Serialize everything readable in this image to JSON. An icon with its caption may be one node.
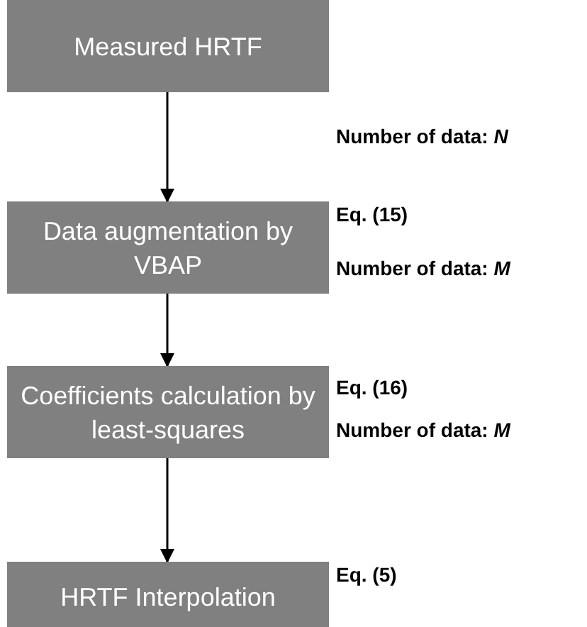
{
  "diagram": {
    "nodes": [
      {
        "text": [
          "Measured HRTF"
        ],
        "beside": [
          "Number of data: *N*"
        ]
      },
      {
        "text": [
          "Data augmentation by VBAP"
        ],
        "beside": [
          "Eq. (15)",
          "Number of data: *M*"
        ]
      },
      {
        "text": [
          "Coefficients calculation by least-squares"
        ],
        "beside": [
          "Eq. (16)",
          "Number of data: *M*"
        ]
      },
      {
        "text": [
          "HRTF Interpolation"
        ],
        "beside": [
          "Eq. (5)"
        ]
      }
    ],
    "edges": [
      {
        "from": 0,
        "to": 1,
        "arrow": "to"
      },
      {
        "from": 1,
        "to": 2,
        "arrow": "to"
      },
      {
        "from": 2,
        "to": 3,
        "arrow": "to"
      }
    ]
  }
}
